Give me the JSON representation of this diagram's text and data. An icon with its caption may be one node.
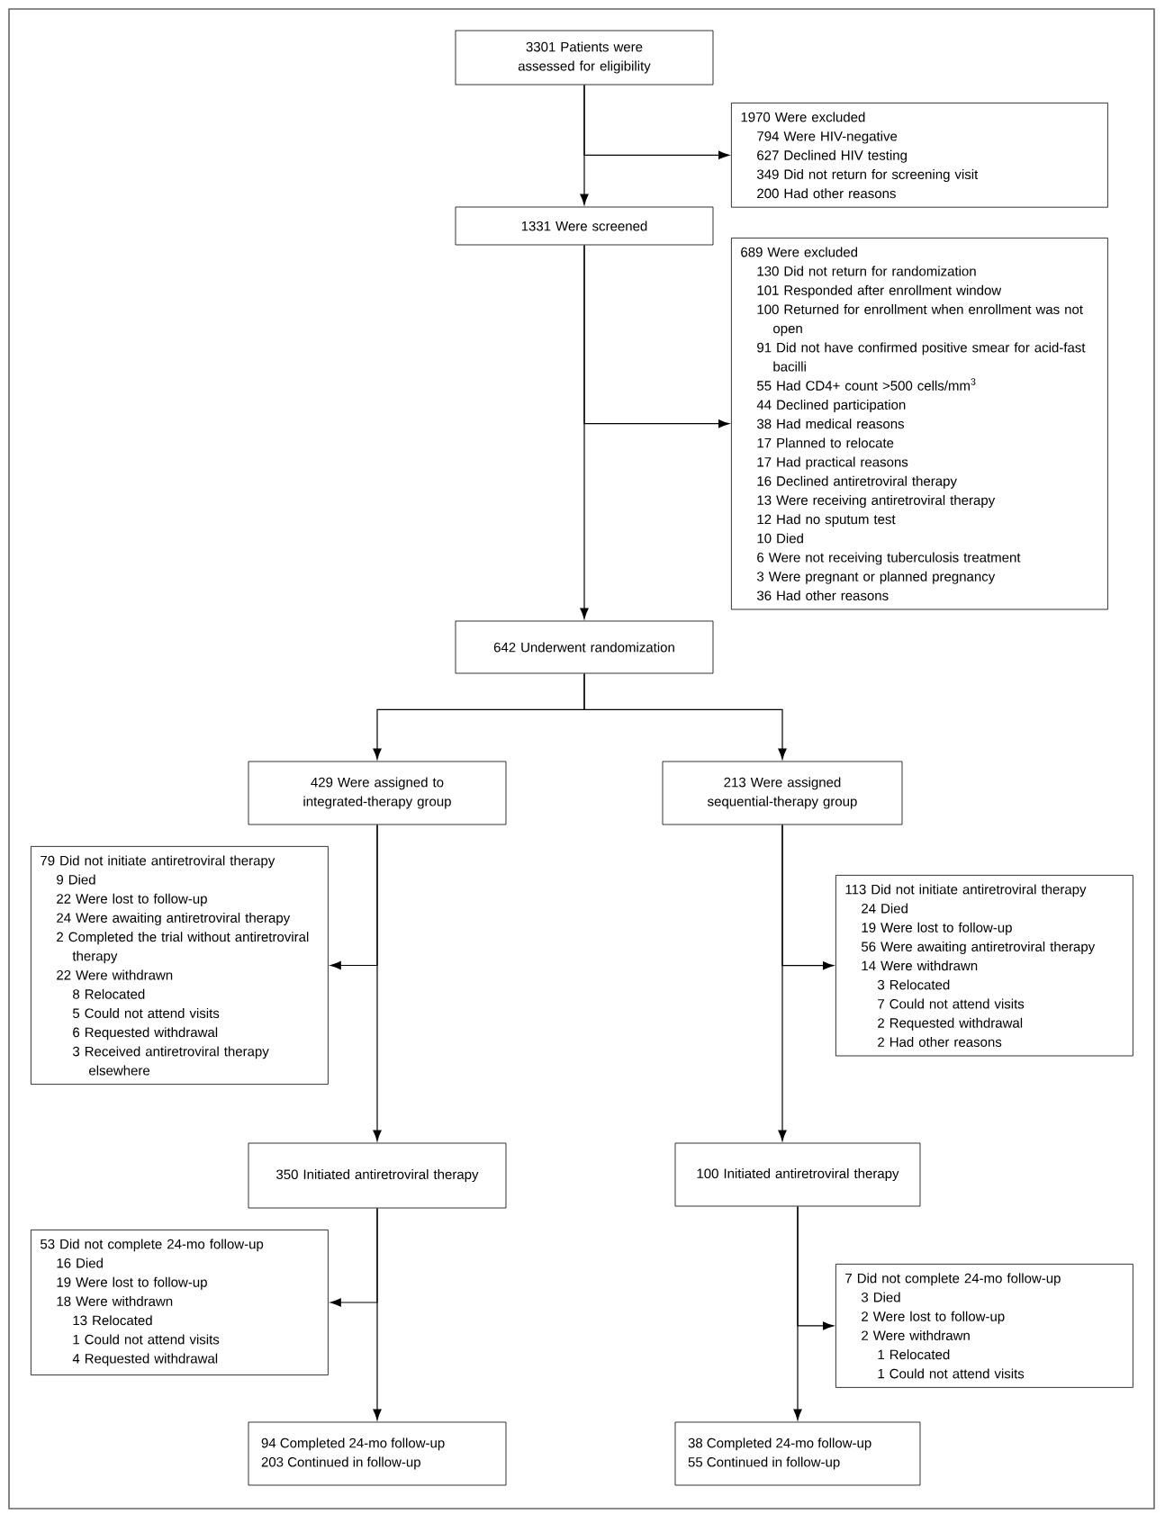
{
  "diagram": {
    "nodes": [
      {
        "text": [
          "3301 Patients were assessed for eligibility"
        ]
      },
      {
        "text": [
          "1970 Were excluded",
          "794 Were HIV-negative",
          "627 Declined HIV testing",
          "349 Did not return for screening visit",
          "200 Had other reasons"
        ]
      },
      {
        "text": [
          "1331 Were screened"
        ]
      },
      {
        "text": [
          "689 Were excluded",
          "130 Did not return for randomization",
          "101 Responded after enrollment window",
          "100 Returned for enrollment when enrollment was not open",
          "91 Did not have confirmed positive smear for acid-fast bacilli",
          "55 Had CD4+ count >500 cells/mm$^{3}$",
          "44 Declined participation",
          "38 Had medical reasons",
          "17 Planned to relocate",
          "17 Had practical reasons",
          "16 Declined antiretroviral therapy",
          "13 Were receiving antiretroviral therapy",
          "12 Had no sputum test",
          "10 Died",
          "6 Were not receiving tuberculosis treatment",
          "3 Were pregnant or planned pregnancy",
          "36 Had other reasons"
        ]
      },
      {
        "text": [
          "642 Underwent randomization"
        ]
      },
      {
        "text": [
          "429 Were assigned to integrated-therapy group"
        ]
      },
      {
        "text": [
          "213 Were assigned sequential-therapy group"
        ]
      },
      {
        "text": [
          "79 Did not initiate antiretroviral therapy",
          "9 Died",
          "22 Were lost to follow-up",
          "24 Were awaiting antiretroviral therapy",
          "2 Completed the trial without antiretroviral therapy",
          "22 Were withdrawn",
          "8 Relocated",
          "5 Could not attend visits",
          "6 Requested withdrawal",
          "3 Received antiretroviral therapy elsewhere"
        ]
      },
      {
        "text": [
          "113 Did not initiate antiretroviral therapy",
          "24 Died",
          "19 Were lost to follow-up",
          "56 Were awaiting antiretroviral therapy",
          "14 Were withdrawn",
          "3 Relocated",
          "7 Could not attend visits",
          "2 Requested withdrawal",
          "2 Had other reasons"
        ]
      },
      {
        "text": [
          "350 Initiated antiretroviral therapy"
        ]
      },
      {
        "text": [
          "100 Initiated antiretroviral therapy"
        ]
      },
      {
        "text": [
          "53 Did not complete 24-mo follow-up",
          "16 Died",
          "19 Were lost to follow-up",
          "18 Were withdrawn",
          "13 Relocated",
          "1 Could not attend visits",
          "4 Requested withdrawal"
        ]
      },
      {
        "text": [
          "7 Did not complete 24-mo follow-up",
          "3 Died",
          "2 Were lost to follow-up",
          "2 Were withdrawn",
          "1 Relocated",
          "1 Could not attend visits"
        ]
      },
      {
        "text": [
          "94 Completed 24-mo follow-up",
          "203 Continued in follow-up"
        ]
      },
      {
        "text": [
          "38 Completed 24-mo follow-up",
          "55 Continued in follow-up"
        ]
      }
    ],
    "edges": [
      {
        "from": 0,
        "to": 1,
        "arrow": "to"
      },
      {
        "from": 0,
        "to": 2,
        "arrow": "to"
      },
      {
        "from": 2,
        "to": 3,
        "arrow": "to"
      },
      {
        "from": 2,
        "to": 4,
        "arrow": "to"
      },
      {
        "from": 4,
        "to": 5,
        "arrow": "to"
      },
      {
        "from": 4,
        "to": 6,
        "arrow": "to"
      },
      {
        "from": 5,
        "to": 7,
        "arrow": "to"
      },
      {
        "from": 5,
        "to": 9,
        "arrow": "to"
      },
      {
        "from": 6,
        "to": 8,
        "arrow": "to"
      },
      {
        "from": 6,
        "to": 10,
        "arrow": "to"
      },
      {
        "from": 9,
        "to": 11,
        "arrow": "to"
      },
      {
        "from": 9,
        "to": 13,
        "arrow": "to"
      },
      {
        "from": 10,
        "to": 12,
        "arrow": "to"
      },
      {
        "from": 10,
        "to": 14,
        "arrow": "to"
      }
    ]
  }
}
